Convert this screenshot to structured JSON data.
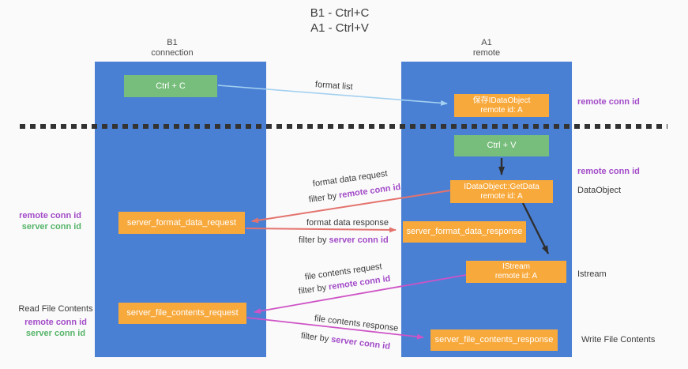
{
  "title": {
    "line1": "B1 - Ctrl+C",
    "line2": "A1 - Ctrl+V"
  },
  "lanes": {
    "left": {
      "name": "B1",
      "subtitle": "connection"
    },
    "right": {
      "name": "A1",
      "subtitle": "remote"
    }
  },
  "boxes": {
    "ctrl_c": "Ctrl + C",
    "ctrl_v": "Ctrl + V",
    "save_idataobject_line1": "保存IDataObject",
    "save_idataobject_line2": "remote id: A",
    "getdata_line1": "IDataObject::GetData",
    "getdata_line2": "remote id: A",
    "istream_line1": "IStream",
    "istream_line2": "remote id: A",
    "server_format_data_request": "server_format_data_request",
    "server_format_data_response": "server_format_data_response",
    "server_file_contents_request": "server_file_contents_request",
    "server_file_contents_response": "server_file_contents_response"
  },
  "side_labels": {
    "remote_conn_id": "remote conn id",
    "server_conn_id": "server conn id",
    "dataobject": "DataObject",
    "istream": "Istream",
    "read_file_contents": "Read File Contents",
    "write_file_contents": "Write File Contents"
  },
  "arrow_labels": {
    "format_list": "format list",
    "format_data_request": "format data request",
    "format_data_response": "format data response",
    "file_contents_request": "file contents request",
    "file_contents_response": "file contents response",
    "filter_prefix": "filter by ",
    "remote_conn_id": "remote conn id",
    "server_conn_id": "server conn id"
  },
  "colors": {
    "lane_blue": "#4a80d4",
    "box_green": "#77bd7b",
    "box_orange": "#f8a93c",
    "arrow_blue": "#a3d0f0",
    "arrow_red": "#e4736e",
    "arrow_magenta": "#ce53c6",
    "arrow_black": "#2f2f2f",
    "label_purple": "#a24bc8",
    "label_green": "#55b468",
    "text_dark": "#3b3b3b",
    "background": "#fafafa"
  }
}
